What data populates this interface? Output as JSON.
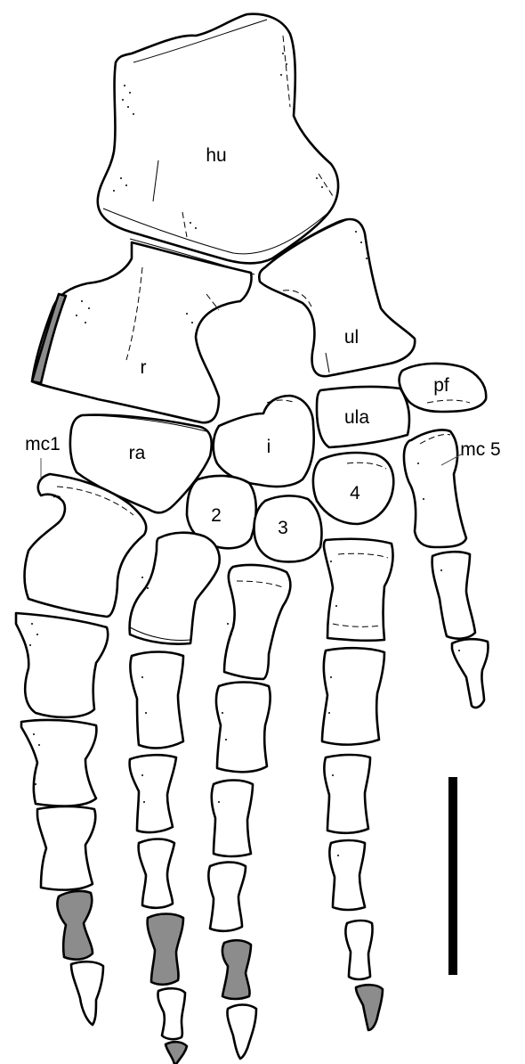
{
  "labels": {
    "hu": "hu",
    "ul": "ul",
    "r": "r",
    "pf": "pf",
    "ula": "ula",
    "ra": "ra",
    "i": "i",
    "mc1": "mc1",
    "mc5": "mc 5",
    "c2": "2",
    "c3": "3",
    "c4": "4"
  },
  "colors": {
    "outline": "#000000",
    "bone_fill": "#ffffff",
    "grey_fill": "#8c8c8c",
    "scale_bar": "#000000"
  }
}
